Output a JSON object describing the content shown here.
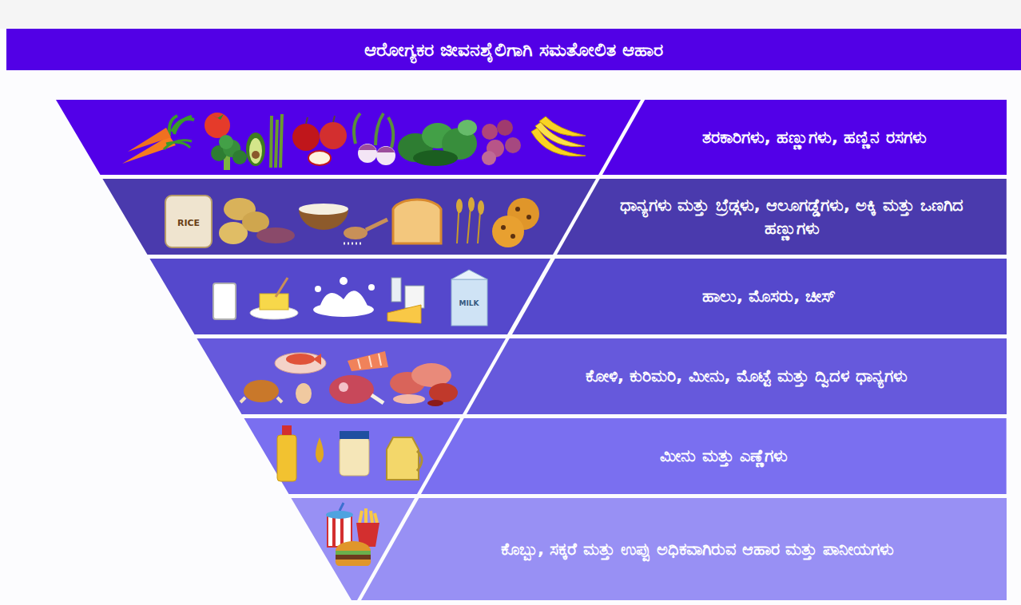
{
  "diagram": {
    "title": "ಆರೋಗ್ಯಕರ ಜೀವನಶೈಲಿಗಾಗಿ ಸಮತೋಲಿತ ಆಹಾರ",
    "nodes": [
      {
        "text": [
          "ತರಕಾರಿಗಳು, ಹಣ್ಣುಗಳು, ಹಣ್ಣಿನ ರಸಗಳು"
        ]
      },
      {
        "text": [
          "ಧಾನ್ಯಗಳು ಮತ್ತು ಬ್ರೆಡ್ಗಳು, ಆಲೂಗಡ್ಡೆಗಳು, ಅಕ್ಕಿ ಮತ್ತು ಒಣಗಿದ ಹಣ್ಣುಗಳು"
        ]
      },
      {
        "text": [
          "ಹಾಲು, ಮೊಸರು, ಚೀಸ್"
        ]
      },
      {
        "text": [
          "ಕೋಳಿ, ಕುರಿಮರಿ, ಮೀನು, ಮೊಟ್ಟೆ ಮತ್ತು ದ್ವಿದಳ ಧಾನ್ಯಗಳು"
        ]
      },
      {
        "text": [
          "ಮೀನು ಮತ್ತು ಎಣ್ಣೆಗಳು"
        ]
      },
      {
        "text": [
          "ಕೊಬ್ಬು, ಸಕ್ಕರೆ ಮತ್ತು ಉಪ್ಪು ಅಧಿಕವಾಗಿರುವ ಆಹಾರ ಮತ್ತು ಪಾನೀಯಗಳು"
        ]
      }
    ],
    "labels": [
      "RICE",
      "MILK"
    ]
  }
}
